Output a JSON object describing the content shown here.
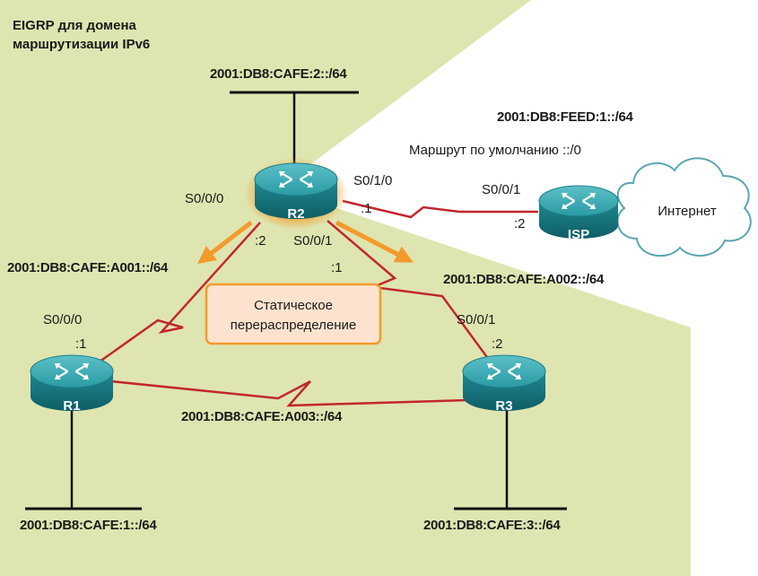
{
  "title": {
    "line1": "EIGRP для домена",
    "line2": "маршрутизации IPv6"
  },
  "networks": {
    "r2_lan": "2001:DB8:CAFE:2::/64",
    "isp": "2001:DB8:FEED:1::/64",
    "r1_r2": "2001:DB8:CAFE:A001::/64",
    "r2_r3": "2001:DB8:CAFE:A002::/64",
    "r1_r3": "2001:DB8:CAFE:A003::/64",
    "r1_lan": "2001:DB8:CAFE:1::/64",
    "r3_lan": "2001:DB8:CAFE:3::/64"
  },
  "default_route": "Маршрут по умолчанию ::/0",
  "routers": {
    "r1": "R1",
    "r2": "R2",
    "r3": "R3",
    "isp": "ISP"
  },
  "cloud": "Интернет",
  "redistribution": {
    "line1": "Статическое",
    "line2": "перераспределение"
  },
  "interfaces": {
    "r2_s000": "S0/0/0",
    "r2_s010": "S0/1/0",
    "r2_s010_addr": ":1",
    "isp_s001": "S0/0/1",
    "isp_addr": ":2",
    "r2_s000_addr": ":2",
    "r2_s001": "S0/0/1",
    "r2_s001_addr": ":1",
    "r1_s000": "S0/0/0",
    "r1_addr": ":1",
    "r3_s001": "S0/0/1",
    "r3_addr": ":2"
  },
  "colors": {
    "domain_fill": "#dfe5b0",
    "router_teal": "#1d8a93",
    "serial_link": "#c1272d",
    "highlight_orange": "#f39a2b",
    "callout_fill": "#fde3cf"
  }
}
